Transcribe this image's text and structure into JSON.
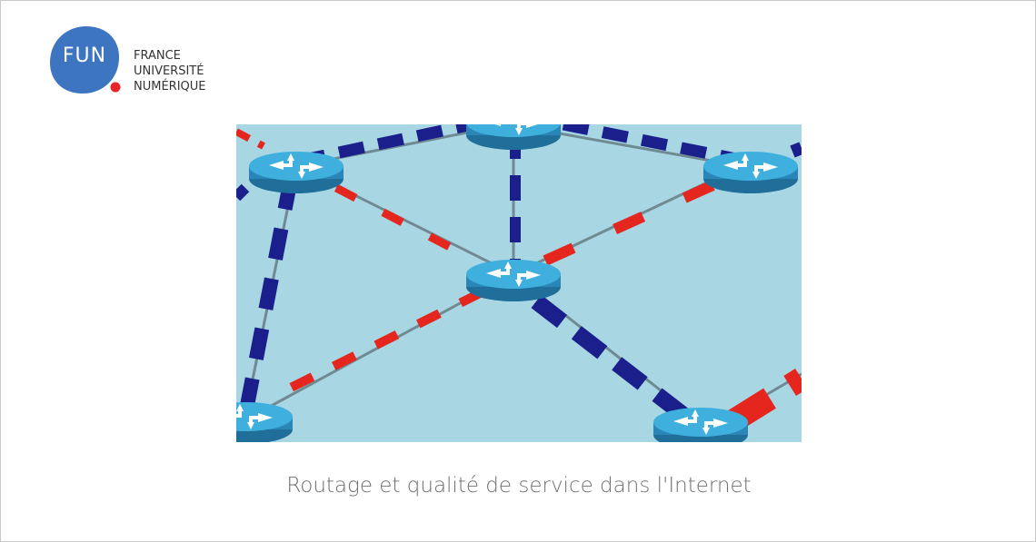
{
  "logo": {
    "abbr": "FUN",
    "lines": [
      "FRANCE",
      "UNIVERSITÉ",
      "NUMÉRIQUE"
    ],
    "colors": {
      "blob": "#3d75c0",
      "dot": "#e8262a"
    }
  },
  "hero": {
    "icon": "router-network-illustration",
    "colors": {
      "background": "#a8d6e3",
      "router": "#3aa3d1",
      "blue_link": "#1a1f8c",
      "red_link": "#e5261f",
      "line": "#6f8a92"
    }
  },
  "caption": "Routage et qualité de service dans l'Internet"
}
